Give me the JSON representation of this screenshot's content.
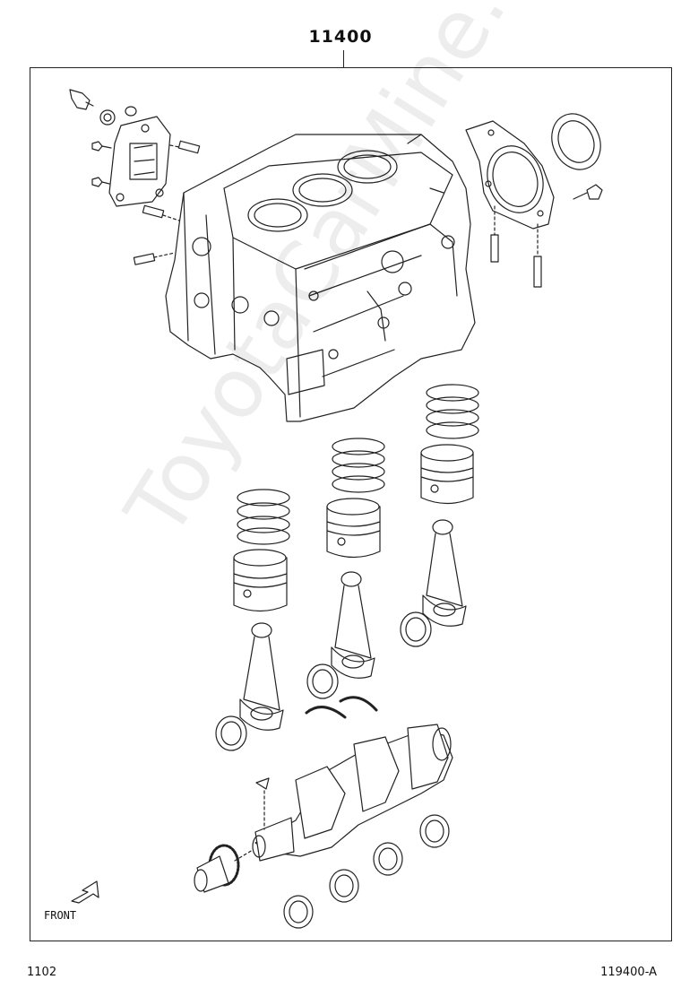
{
  "diagram": {
    "part_number": "11400",
    "front_label": "FRONT",
    "footer_left": "1102",
    "footer_right": "119400-A",
    "watermark": "ToyotaCarMine.ru",
    "colors": {
      "line": "#222222",
      "background": "#ffffff",
      "watermark": "#000000"
    },
    "icons": {
      "front_arrow": "arrow-down-left-icon"
    }
  }
}
